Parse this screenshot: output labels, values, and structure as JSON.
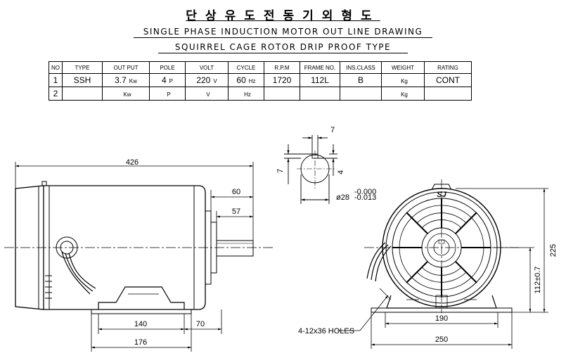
{
  "title_korean": "단상유도전동기외형도",
  "title_line1": "SINGLE PHASE INDUCTION MOTOR OUT LINE DRAWING",
  "title_line2": "SQUIRREL CAGE ROTOR DRIP PROOF TYPE",
  "table": {
    "headers": [
      "NO",
      "TYPE",
      "OUT PUT",
      "POLE",
      "VOLT",
      "CYCLE",
      "R.P.M",
      "FRAME NO.",
      "INS.CLASS",
      "WEIGHT",
      "RATING"
    ],
    "rows": [
      {
        "no": "1",
        "type": "SSH",
        "output": "3.7",
        "output_unit": "Kw",
        "pole": "4",
        "pole_unit": "P",
        "volt": "220",
        "volt_unit": "V",
        "cycle": "60",
        "cycle_unit": "Hz",
        "rpm": "1720",
        "frame": "112L",
        "ins": "B",
        "weight": "",
        "weight_unit": "Kg",
        "rating": "CONT"
      },
      {
        "no": "2",
        "type": "",
        "output": "",
        "output_unit": "Kw",
        "pole": "",
        "pole_unit": "P",
        "volt": "",
        "volt_unit": "V",
        "cycle": "",
        "cycle_unit": "Hz",
        "rpm": "",
        "frame": "",
        "ins": "",
        "weight": "",
        "weight_unit": "Kg",
        "rating": ""
      }
    ]
  },
  "dims": {
    "overall_length": "426",
    "shaft_60": "60",
    "shaft_57": "57",
    "foot_140": "140",
    "foot_70": "70",
    "base_176": "176",
    "key_7_top": "7",
    "key_7_side": "7",
    "key_4": "4",
    "shaft_dia": "ø28",
    "shaft_tol_upper": "-0.000",
    "shaft_tol_lower": "-0.013",
    "height_225": "225",
    "center_height": "112±0.7",
    "foot_190": "190",
    "base_250": "250",
    "holes": "4-12x36 HOLES"
  },
  "nameplate_logo": "SJ"
}
